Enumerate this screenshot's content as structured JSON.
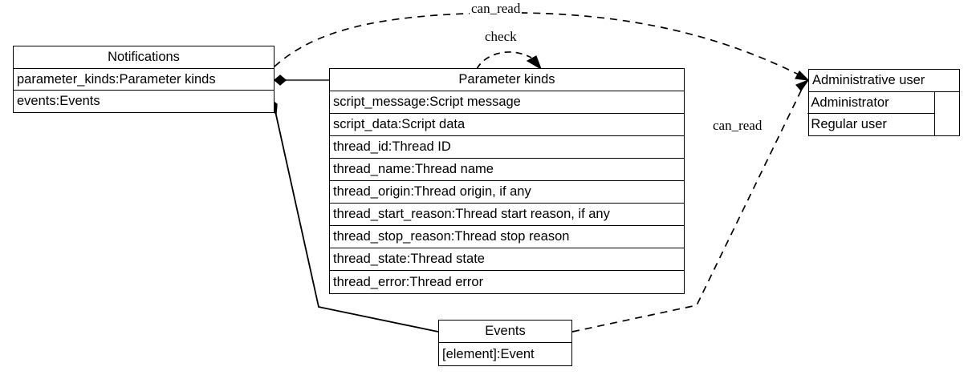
{
  "diagram": {
    "type": "uml-class-diagram",
    "title": "",
    "background": "#ffffff",
    "stroke_color": "#000000"
  },
  "classes": [
    {
      "id": "notifications",
      "name": "Notifications",
      "attributes": [
        "parameter_kinds:Parameter kinds",
        "events:Events"
      ]
    },
    {
      "id": "parameter_kinds",
      "name": "Parameter kinds",
      "attributes": [
        "script_message:Script message",
        "script_data:Script data",
        "thread_id:Thread ID",
        "thread_name:Thread name",
        "thread_origin:Thread origin, if any",
        "thread_start_reason:Thread start reason, if any",
        "thread_stop_reason:Thread stop reason",
        "thread_state:Thread state",
        "thread_error:Thread error"
      ]
    },
    {
      "id": "administrative_user",
      "name": "Administrative user",
      "attributes": [
        "Administrator",
        "Regular user"
      ]
    },
    {
      "id": "events",
      "name": "Events",
      "attributes": [
        "[element]:Event"
      ]
    }
  ],
  "edges": [
    {
      "id": "notifications-parameter_kinds",
      "from": "notifications",
      "to": "parameter_kinds",
      "style": "solid",
      "source_decoration": "filled-diamond",
      "label": ""
    },
    {
      "id": "notifications-events",
      "from": "notifications",
      "to": "events",
      "style": "solid",
      "source_decoration": "filled-diamond",
      "label": ""
    },
    {
      "id": "notifications-administrative_user",
      "from": "notifications",
      "to": "administrative_user",
      "style": "dashed",
      "target_decoration": "filled-arrow",
      "label": "can_read"
    },
    {
      "id": "parameter_kinds-check",
      "from": "parameter_kinds",
      "to": "parameter_kinds",
      "style": "dashed",
      "target_decoration": "filled-arrow",
      "label": "check"
    },
    {
      "id": "events-administrative_user",
      "from": "events",
      "to": "administrative_user",
      "style": "dashed",
      "target_decoration": "filled-arrow",
      "label": "can_read"
    }
  ]
}
